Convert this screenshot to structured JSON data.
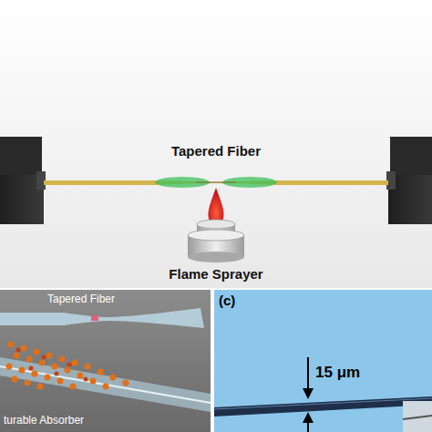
{
  "diagram": {
    "labels": [
      "Tapered Fiber",
      "Flame Sprayer",
      "Tapered Fiber",
      "turable Absorber",
      "(c)",
      "15 μm"
    ]
  }
}
